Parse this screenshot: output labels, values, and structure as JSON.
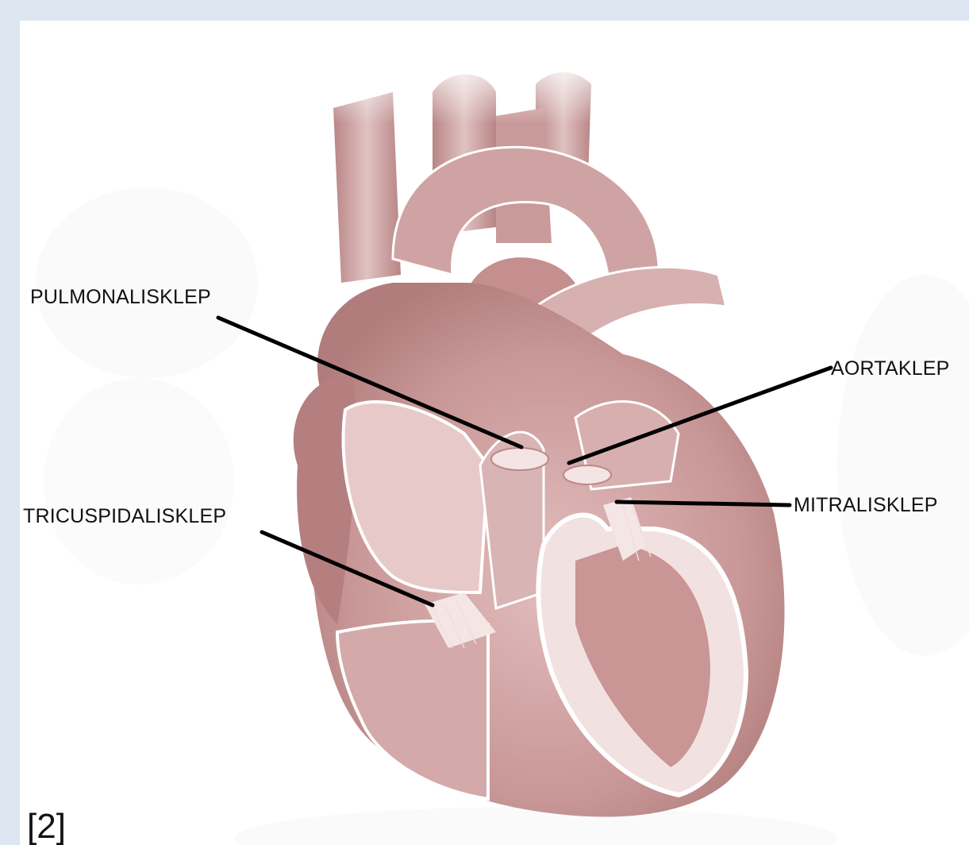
{
  "labels": {
    "pulmonalis": "PULMONALISKLEP",
    "aorta": "AORTAKLEP",
    "tricuspidalis": "TRICUSPIDALISKLEP",
    "mitralis": "MITRALISKLEP"
  },
  "citation": "[2]",
  "colors": {
    "page_border": "#dde6f1",
    "heart_dark": "#b98686",
    "heart_mid": "#d2a8a8",
    "heart_light": "#ecd4d4",
    "pointer": "#000000"
  }
}
